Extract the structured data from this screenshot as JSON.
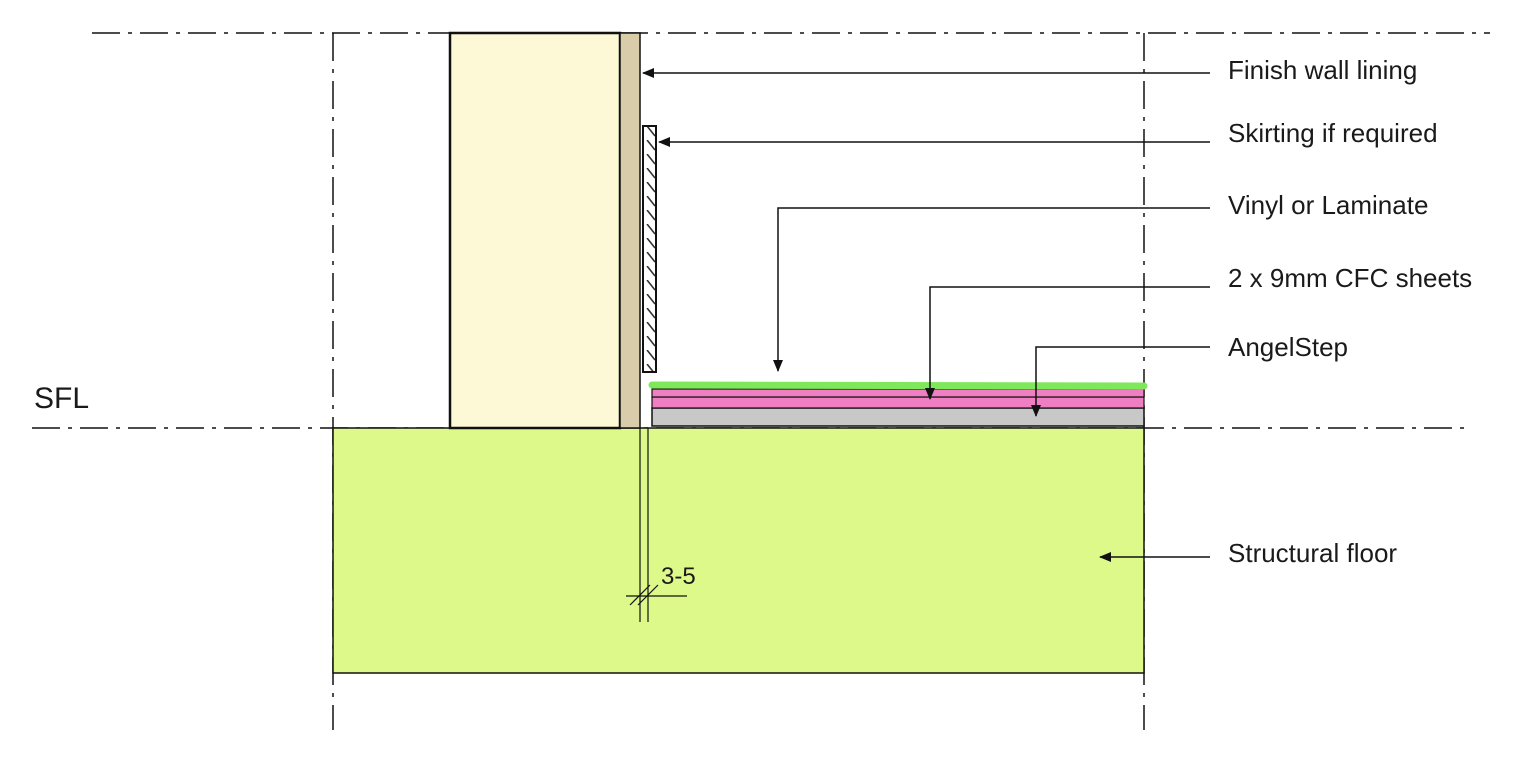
{
  "labels": {
    "finish_wall_lining": "Finish wall lining",
    "skirting": "Skirting if required",
    "vinyl": "Vinyl or Laminate",
    "cfc_sheets": "2 x 9mm CFC sheets",
    "angelstep": "AngelStep",
    "structural_floor": "Structural floor",
    "sfl": "SFL",
    "gap_dimension": "3-5"
  },
  "colors": {
    "wall": "#fdf9d6",
    "lining": "#d9ccaa",
    "floor": "#ddf98a",
    "vinyl": "#7ee85a",
    "cfc": "#f07ec3",
    "angelstep": "#c8c8c8",
    "line": "#111111"
  }
}
